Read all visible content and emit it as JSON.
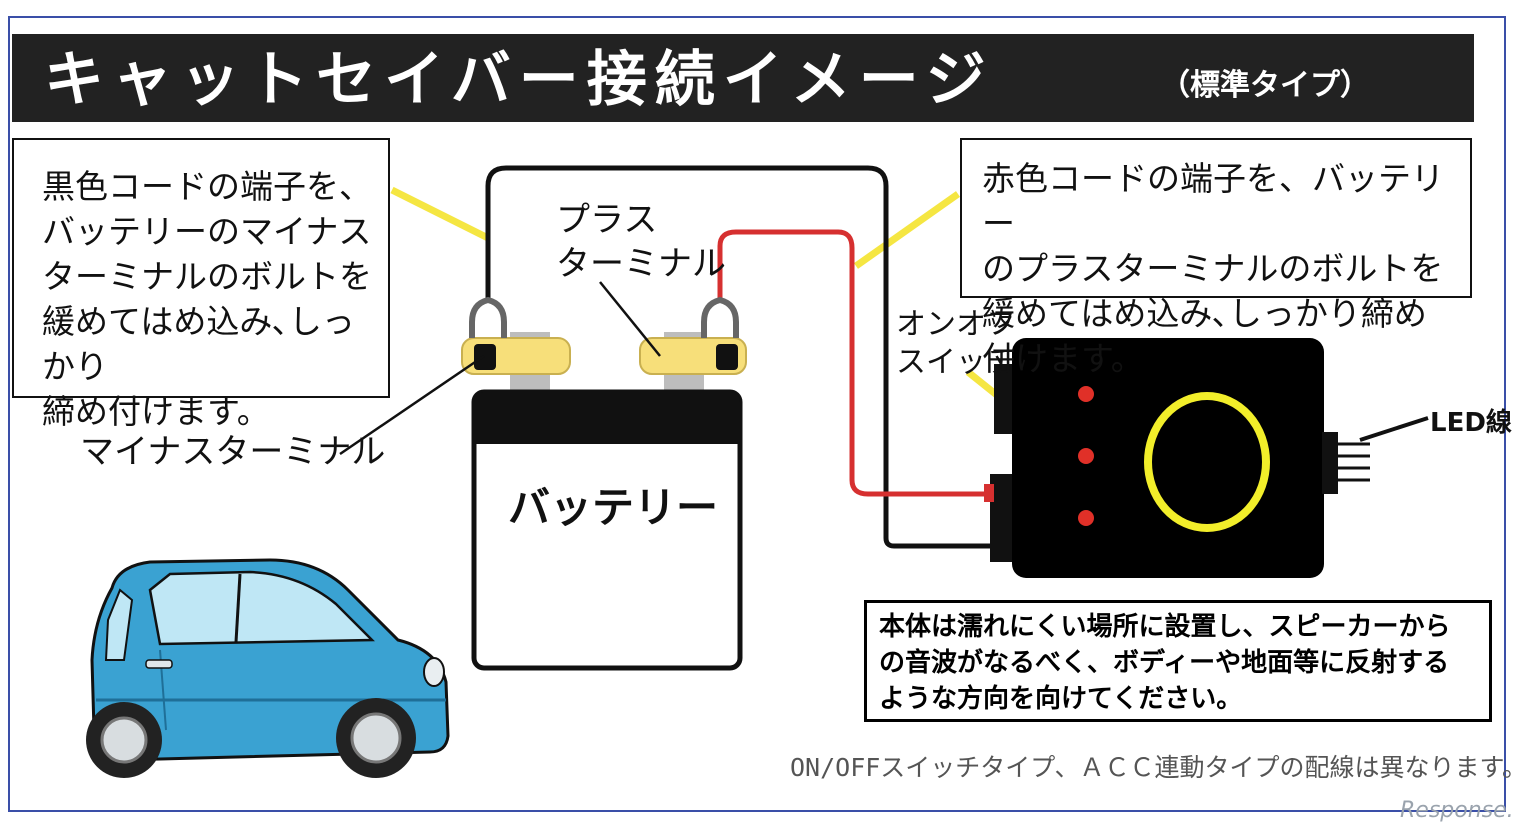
{
  "title": {
    "main": "キャットセイバー接続イメージ",
    "sub": "（標準タイプ）"
  },
  "notes": {
    "black_cord": "黒色コードの端子を、\nバッテリーのマイナス\nターミナルのボルトを\n緩めてはめ込み､しっかり\n締め付けます。",
    "red_cord": "赤色コードの端子を、バッテリー\nのプラスターミナルのボルトを\n緩めてはめ込み､しっかり締め付けます。",
    "installation": "本体は濡れにくい場所に設置し、スピーカーから\nの音波がなるべく、ボディーや地面等に反射する\nような方向を向けてください。"
  },
  "labels": {
    "plus_terminal": "プラス\nターミナル",
    "minus_terminal": "マイナスターミナル",
    "battery": "バッテリー",
    "onoff_switch": "オンオフ\nスイッチ",
    "led_wire": "LED線"
  },
  "footnote": "ON/OFFスイッチタイプ、ＡＣＣ連動タイプの配線は異なります。",
  "watermark": "Response.",
  "colors": {
    "title_bar": "#222222",
    "leader_yellow": "#f5e642",
    "terminal_yellow": "#f7df7a",
    "red_wire": "#d63030",
    "device_body": "#000000",
    "led_ring": "#f2ee2a",
    "led_dot": "#e03028",
    "car_body": "#3aa2d2",
    "frame_border": "#3a4fa8"
  }
}
